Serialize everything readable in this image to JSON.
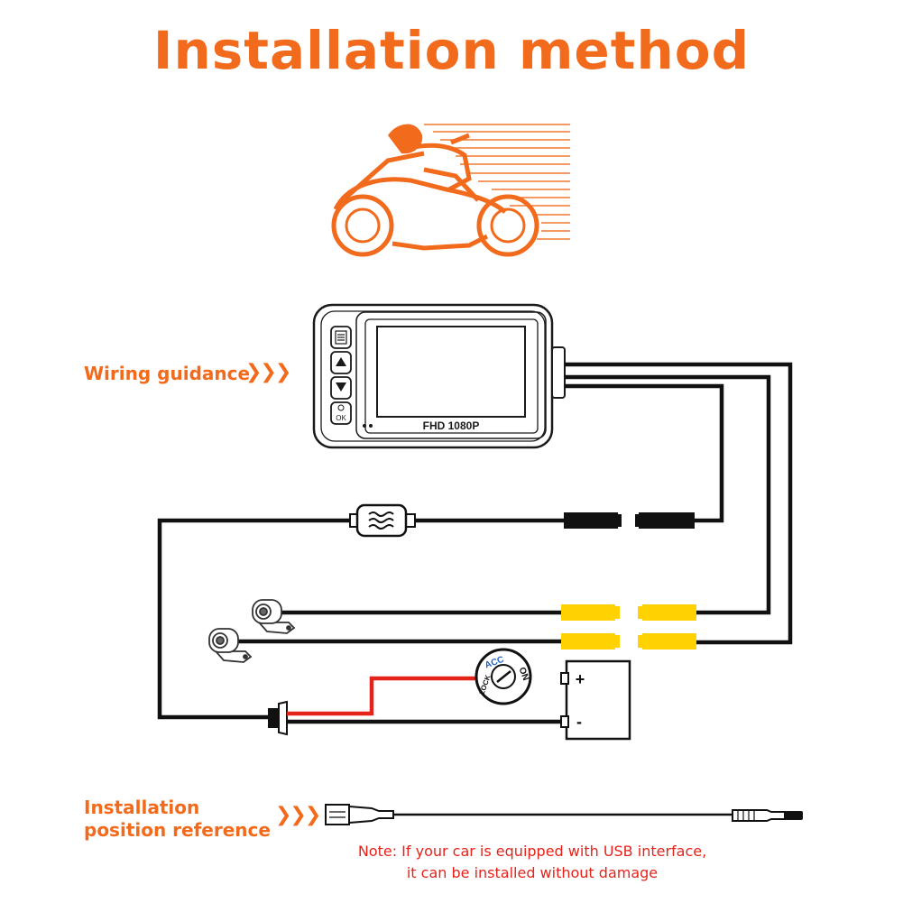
{
  "title": "Installation method",
  "wiring_label": "Wiring guidance",
  "position_label": [
    "Installation",
    "position reference"
  ],
  "chevrons": "❯❯❯",
  "device": {
    "screen_caption": "FHD 1080P",
    "buttons": [
      "menu-icon",
      "up-arrow-icon",
      "down-arrow-icon",
      "ok-button"
    ],
    "ok_label": "OK"
  },
  "ignition": {
    "acc": "ACC",
    "on": "ON",
    "lock": "LOCK"
  },
  "battery": {
    "plus": "+",
    "minus": "-"
  },
  "note": [
    "Note: If your car is equipped with USB interface,",
    "it can be installed without damage"
  ],
  "colors": {
    "accent": "#f26a1b",
    "connector_yellow": "#ffd200",
    "wire_red": "#e5231b",
    "note_red": "#e5231b"
  }
}
